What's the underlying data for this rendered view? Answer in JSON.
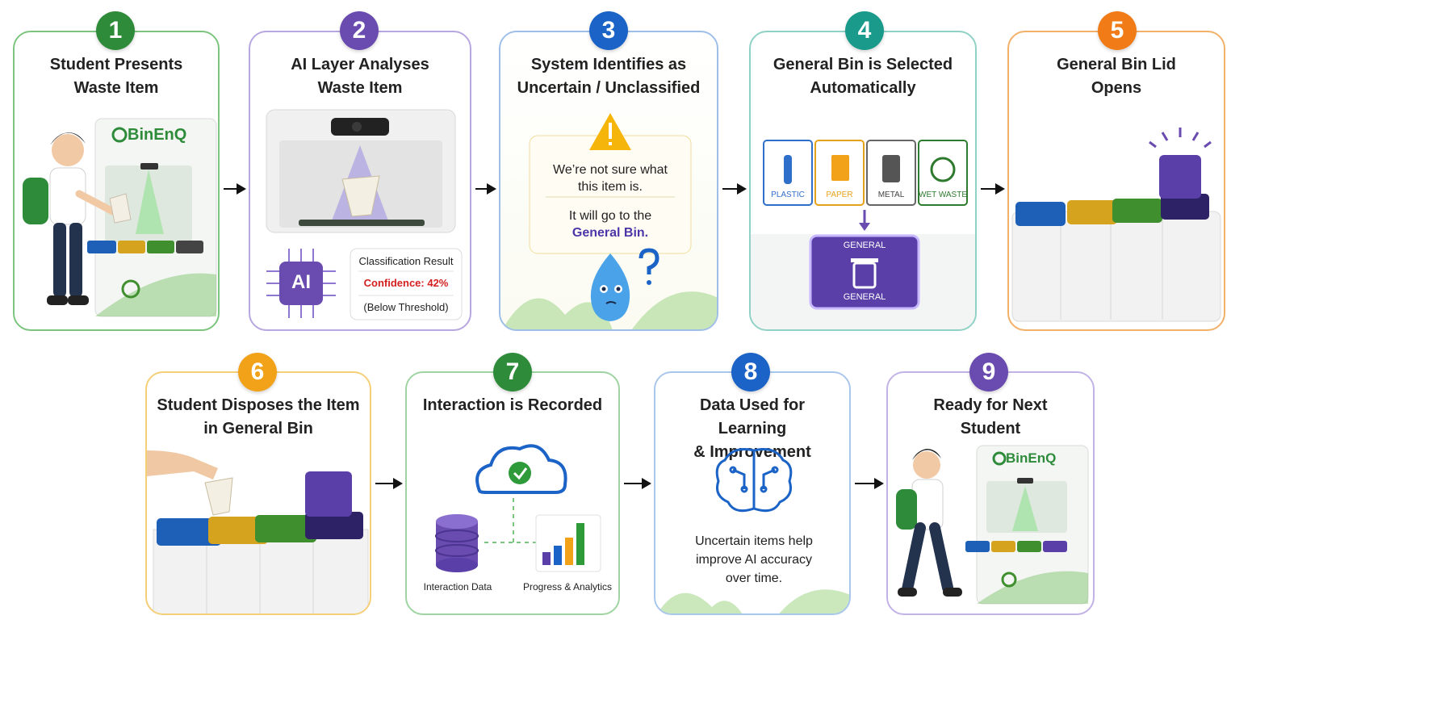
{
  "steps": [
    {
      "number": "1",
      "title_line1": "Student Presents",
      "title_line2": "Waste Item",
      "color": "#2e8b3a"
    },
    {
      "number": "2",
      "title_line1": "AI Layer Analyses",
      "title_line2": "Waste Item",
      "color": "#6a4bb0"
    },
    {
      "number": "3",
      "title_line1": "System Identifies as",
      "title_line2": "Uncertain / Unclassified",
      "color": "#1b63c6"
    },
    {
      "number": "4",
      "title_line1": "General Bin is Selected",
      "title_line2": "Automatically",
      "color": "#1a9a8a"
    },
    {
      "number": "5",
      "title_line1": "General Bin Lid",
      "title_line2": "Opens",
      "color": "#f07b17"
    },
    {
      "number": "6",
      "title_line1": "Student Disposes the Item",
      "title_line2": "in General Bin",
      "color": "#f2a219"
    },
    {
      "number": "7",
      "title_line1": "Interaction is Recorded",
      "title_line2": "",
      "color": "#2e8b3a"
    },
    {
      "number": "8",
      "title_line1": "Data Used for Learning",
      "title_line2": "& Improvement",
      "color": "#1b63c6"
    },
    {
      "number": "9",
      "title_line1": "Ready for Next",
      "title_line2": "Student",
      "color": "#6a4bb0"
    }
  ],
  "brand": "BinEnQ",
  "classification": {
    "heading": "Classification Result",
    "confidence": "Confidence: 42%",
    "threshold": "(Below Threshold)",
    "ai_chip": "AI"
  },
  "message": {
    "line1": "We’re not sure what",
    "line2": "this item is.",
    "line3": "It will go to the",
    "line4": "General Bin."
  },
  "bins": {
    "plastic": "PLASTIC",
    "paper": "PAPER",
    "metal": "METAL",
    "wet": "WET WASTE",
    "general_top": "GENERAL",
    "general_bottom": "GENERAL"
  },
  "recorded": {
    "db_label": "Interaction Data",
    "analytics_label": "Progress & Analytics"
  },
  "learning": {
    "line1": "Uncertain items help",
    "line2": "improve AI accuracy",
    "line3": "over time."
  },
  "colors": {
    "blue_bin": "#1e5fb8",
    "yellow_bin": "#d6a31e",
    "green_bin": "#3f8f2e",
    "purple_bin": "#5a3fa8",
    "warning": "#f5b50a",
    "alert": "#d32020"
  }
}
